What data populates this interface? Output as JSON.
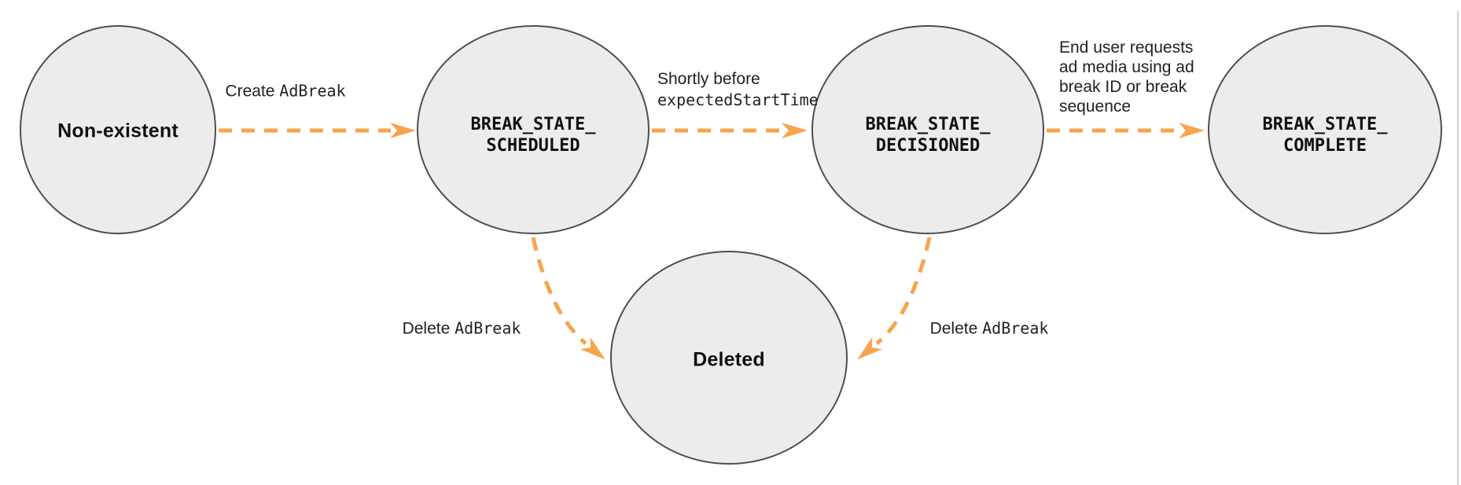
{
  "colors": {
    "arrow": "#f8a44c",
    "node-fill": "#ececec",
    "node-stroke": "#4f4f4f",
    "text": "#202124",
    "border": "#cfcfcf"
  },
  "nodes": {
    "non_existent": {
      "label": "Non-existent"
    },
    "scheduled": {
      "line1": "BREAK_STATE_",
      "line2": "SCHEDULED"
    },
    "decisioned": {
      "line1": "BREAK_STATE_",
      "line2": "DECISIONED"
    },
    "complete": {
      "line1": "BREAK_STATE_",
      "line2": "COMPLETE"
    },
    "deleted": {
      "label": "Deleted"
    }
  },
  "edges": {
    "create_adbreak": {
      "text": "Create",
      "code": "AdBreak"
    },
    "shortly_before": {
      "text": "Shortly before",
      "code": "expectedStartTime"
    },
    "end_user_request": {
      "lines": [
        "End user requests",
        "ad media using ad",
        "break ID or break",
        "sequence"
      ]
    },
    "delete_adbreak_left": {
      "text": "Delete",
      "code": "AdBreak"
    },
    "delete_adbreak_right": {
      "text": "Delete",
      "code": "AdBreak"
    }
  }
}
